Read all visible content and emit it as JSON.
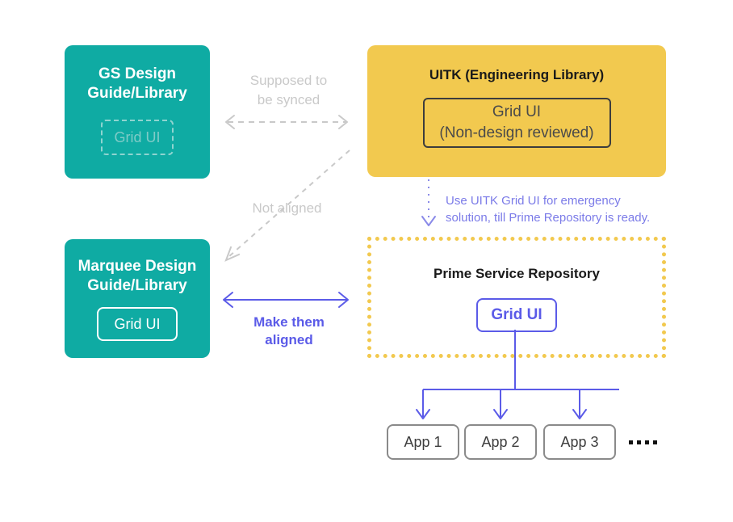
{
  "diagram": {
    "title_semantic": "design-system-alignment-diagram",
    "colors": {
      "teal": "#0FABA3",
      "yellow": "#F2C94F",
      "purple": "#5B5BE8",
      "purple_light": "#7B7BE8",
      "gray_line": "#C9C9C9",
      "gray_box": "#8A8A8A",
      "dark_text": "#1a1a1a"
    },
    "nodes": {
      "gs_design": {
        "title": "GS Design\nGuide/Library",
        "chip": "Grid UI"
      },
      "marquee_design": {
        "title": "Marquee Design\nGuide/Library",
        "chip": "Grid UI"
      },
      "uitk": {
        "title": "UITK (Engineering Library)",
        "chip": "Grid UI\n(Non-design reviewed)"
      },
      "prime_repo": {
        "title": "Prime Service Repository",
        "chip": "Grid UI"
      }
    },
    "apps": [
      {
        "label": "App 1"
      },
      {
        "label": "App 2"
      },
      {
        "label": "App 3"
      }
    ],
    "apps_more": "....",
    "connectors": {
      "supposed_to_be_synced": "Supposed to\nbe synced",
      "not_aligned": "Not aligned",
      "make_them_aligned": "Make them\naligned",
      "emergency_note": "Use UITK Grid UI for emergency\nsolution, till Prime Repository is ready."
    }
  }
}
